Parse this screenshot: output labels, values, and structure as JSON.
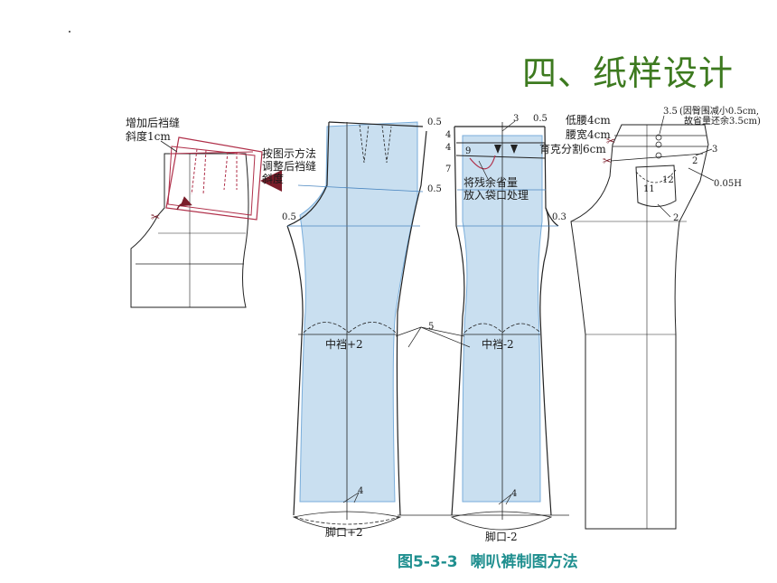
{
  "slide": {
    "title": "四、纸样设计"
  },
  "caption": {
    "figure_number": "图5-3-3",
    "figure_title": "喇叭裤制图方法"
  },
  "left_panel": {
    "note_back_seam_1": "增加后裆缝",
    "note_back_seam_2": "斜度1cm",
    "note_adjust_1": "按图示方法",
    "note_adjust_2": "调整后裆缝",
    "note_adjust_3": "斜度"
  },
  "front_pattern": {
    "m_top": "0.5",
    "m_side": "0.5",
    "m_hip": "0.5",
    "knee_label": "中裆+2",
    "knee_flare": "5",
    "hem_flare": "4",
    "hem_label": "脚口+2"
  },
  "back_pattern": {
    "m_3": "3",
    "m_05": "0.5",
    "m_4a": "4",
    "m_4b": "4",
    "m_7": "7",
    "m_9": "9",
    "note_dart_1": "将残余省量",
    "note_dart_2": "放入袋口处理",
    "m_03": "0.3",
    "knee_label": "中裆-2",
    "hem_flare": "4",
    "hem_label": "脚口-2"
  },
  "right_panel": {
    "low_waist": "低腰4cm",
    "waist_width": "腰宽4cm",
    "yoke": "育克分割6cm",
    "note_35": "3.5",
    "note_hip_1": "(因臀围减小0.5cm,",
    "note_hip_2": "故省量还余3.5cm)",
    "m_3": "3",
    "m_2a": "2",
    "m_12": "12",
    "m_11": "11",
    "m_005h": "0.05H",
    "m_2b": "2"
  }
}
